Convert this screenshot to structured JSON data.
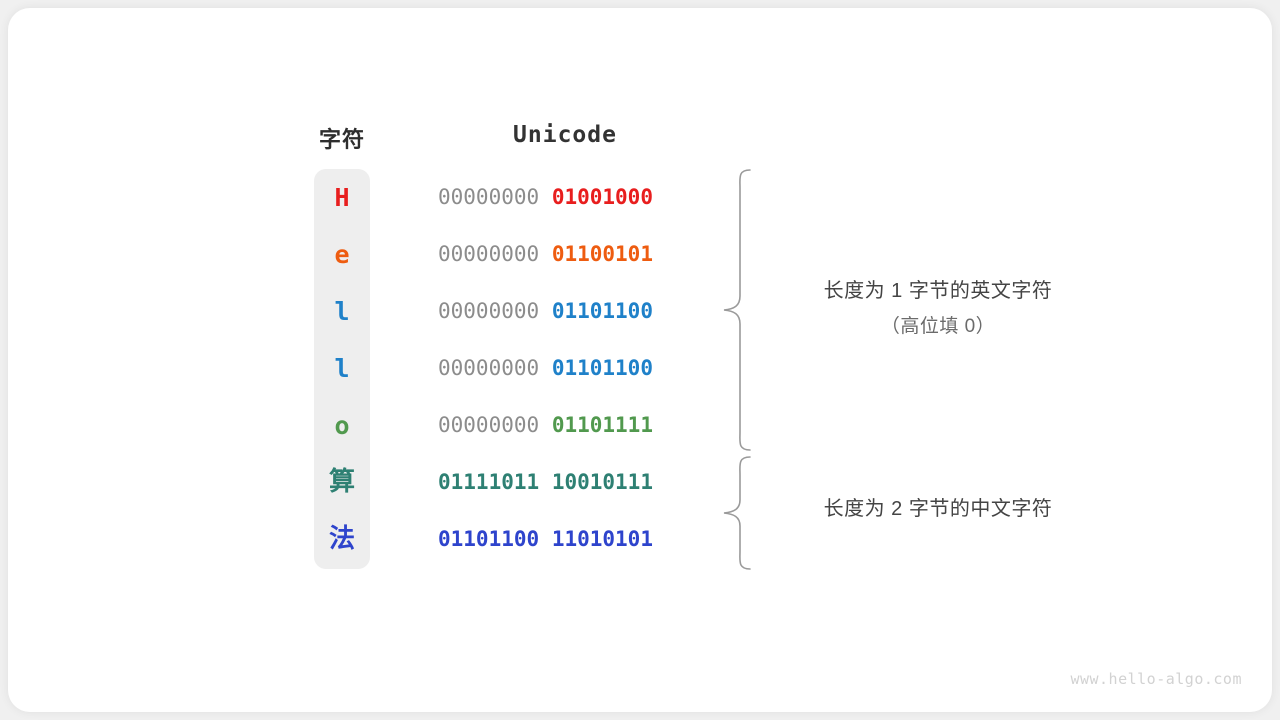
{
  "watermark": "www.hello-algo.com",
  "table": {
    "headers": {
      "char": "字符",
      "unicode": "Unicode"
    },
    "rows": [
      {
        "char": "H",
        "color": "#e81e1e",
        "high_byte": "00000000",
        "low_byte": "01001000",
        "high_is_pad": true,
        "cjk": false
      },
      {
        "char": "e",
        "color": "#ee5c10",
        "high_byte": "00000000",
        "low_byte": "01100101",
        "high_is_pad": true,
        "cjk": false
      },
      {
        "char": "l",
        "color": "#1f81c9",
        "high_byte": "00000000",
        "low_byte": "01101100",
        "high_is_pad": true,
        "cjk": false
      },
      {
        "char": "l",
        "color": "#1f81c9",
        "high_byte": "00000000",
        "low_byte": "01101100",
        "high_is_pad": true,
        "cjk": false
      },
      {
        "char": "o",
        "color": "#51994e",
        "high_byte": "00000000",
        "low_byte": "01101111",
        "high_is_pad": true,
        "cjk": false
      },
      {
        "char": "算",
        "color": "#2e8073",
        "high_byte": "01111011",
        "low_byte": "10010111",
        "high_is_pad": false,
        "cjk": true
      },
      {
        "char": "法",
        "color": "#2e44cc",
        "high_byte": "01101100",
        "low_byte": "11010101",
        "high_is_pad": false,
        "cjk": true
      }
    ]
  },
  "annotations": {
    "group_1": {
      "main": "长度为 1 字节的英文字符",
      "sub": "（高位填 0）"
    },
    "group_2": {
      "main": "长度为 2 字节的中文字符"
    }
  },
  "colors": {
    "page_background": "#f0f0f0",
    "card_background": "#ffffff",
    "pill_background": "#eeeeee",
    "pad_byte": "#8c8c8c",
    "brace": "#9a9a9a",
    "watermark": "#d2d2d2"
  }
}
